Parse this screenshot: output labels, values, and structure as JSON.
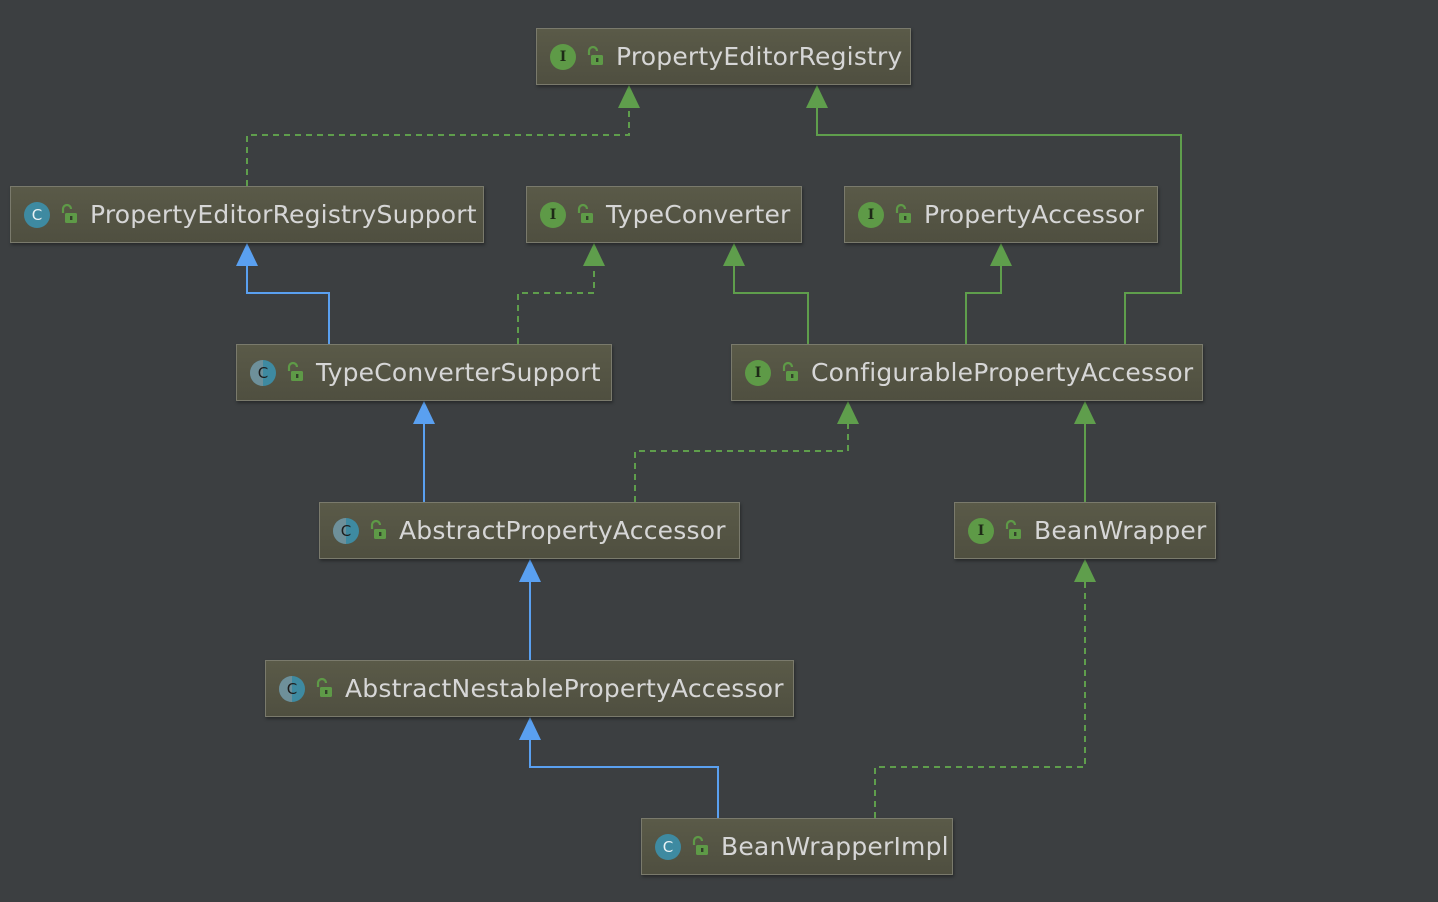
{
  "diagram": {
    "nodes": [
      {
        "id": "property-editor-registry",
        "label": "PropertyEditorRegistry",
        "kind": "interface",
        "badge": "I"
      },
      {
        "id": "property-editor-registry-support",
        "label": "PropertyEditorRegistrySupport",
        "kind": "class",
        "badge": "C"
      },
      {
        "id": "type-converter",
        "label": "TypeConverter",
        "kind": "interface",
        "badge": "I"
      },
      {
        "id": "property-accessor",
        "label": "PropertyAccessor",
        "kind": "interface",
        "badge": "I"
      },
      {
        "id": "type-converter-support",
        "label": "TypeConverterSupport",
        "kind": "abstract-class",
        "badge": "C"
      },
      {
        "id": "configurable-property-accessor",
        "label": "ConfigurablePropertyAccessor",
        "kind": "interface",
        "badge": "I"
      },
      {
        "id": "abstract-property-accessor",
        "label": "AbstractPropertyAccessor",
        "kind": "abstract-class",
        "badge": "C"
      },
      {
        "id": "bean-wrapper",
        "label": "BeanWrapper",
        "kind": "interface",
        "badge": "I"
      },
      {
        "id": "abstract-nestable-property-accessor",
        "label": "AbstractNestablePropertyAccessor",
        "kind": "abstract-class",
        "badge": "C"
      },
      {
        "id": "bean-wrapper-impl",
        "label": "BeanWrapperImpl",
        "kind": "class",
        "badge": "C"
      }
    ],
    "edges": [
      {
        "from": "property-editor-registry-support",
        "to": "property-editor-registry",
        "relation": "implements"
      },
      {
        "from": "configurable-property-accessor",
        "to": "property-editor-registry",
        "relation": "extends-interface"
      },
      {
        "from": "type-converter-support",
        "to": "property-editor-registry-support",
        "relation": "extends"
      },
      {
        "from": "type-converter-support",
        "to": "type-converter",
        "relation": "implements"
      },
      {
        "from": "configurable-property-accessor",
        "to": "type-converter",
        "relation": "extends-interface"
      },
      {
        "from": "configurable-property-accessor",
        "to": "property-accessor",
        "relation": "extends-interface"
      },
      {
        "from": "abstract-property-accessor",
        "to": "type-converter-support",
        "relation": "extends"
      },
      {
        "from": "abstract-property-accessor",
        "to": "configurable-property-accessor",
        "relation": "implements"
      },
      {
        "from": "bean-wrapper",
        "to": "configurable-property-accessor",
        "relation": "extends-interface"
      },
      {
        "from": "abstract-nestable-property-accessor",
        "to": "abstract-property-accessor",
        "relation": "extends"
      },
      {
        "from": "bean-wrapper-impl",
        "to": "abstract-nestable-property-accessor",
        "relation": "extends"
      },
      {
        "from": "bean-wrapper-impl",
        "to": "bean-wrapper",
        "relation": "implements"
      }
    ],
    "colors": {
      "background": "#3c3f41",
      "node_fill": "#55553f",
      "node_border": "#7a7a6c",
      "label": "#d6d6d6",
      "interface_badge": "#5e9a47",
      "class_badge": "#3e8aa1",
      "extends_edge": "#5aa0f0",
      "interface_edge": "#5f9e4c",
      "public_icon": "#5e9a47"
    }
  }
}
